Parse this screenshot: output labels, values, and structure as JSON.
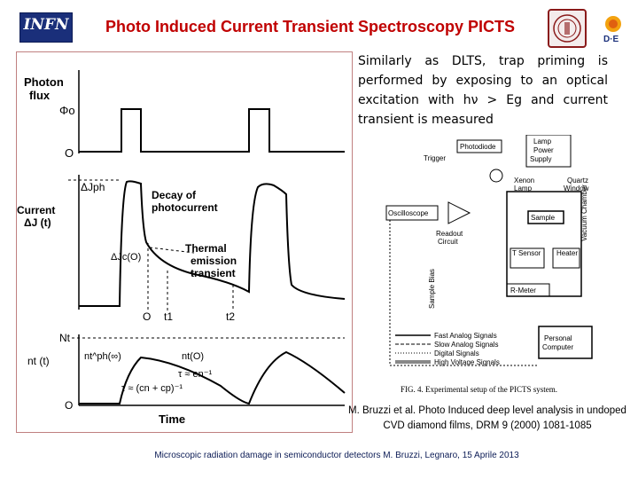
{
  "header": {
    "title": "Photo Induced Current Transient Spectroscopy PICTS",
    "logo_left_text": "INFN"
  },
  "description": {
    "text": "Similarly as DLTS, trap priming is performed by exposing to an optical excitation with hν > Eg and current transient is measured"
  },
  "timing_diagram": {
    "photon_label": "Photon flux",
    "phi0_label": "Φo",
    "zero1": "O",
    "dJph_label": "ΔJph",
    "decay_label": "Decay of photocurrent",
    "current_label": "Current ΔJ (t)",
    "dJc_label": "ΔJc(O)",
    "thermal_label": "Thermal emission transient",
    "zero_current": "O",
    "t1": "t1",
    "t2": "t2",
    "Nt": "Nt",
    "nt_label": "nt (t)",
    "ntph_label": "nt^ph(∞)",
    "nt0_label": "nt(O)",
    "tau_en": "τ ≈ en⁻¹",
    "tau_cn": "τ ≈ (cn + cp)⁻¹",
    "zero3": "O",
    "time_label": "Time"
  },
  "setup_figure": {
    "photodiode": "Photodiode",
    "trigger": "Trigger",
    "lamp_power": "Lamp Power Supply",
    "xenon": "Xenon Lamp",
    "quartz": "Quartz Window",
    "oscilloscope": "Oscilloscope",
    "sample": "Sample",
    "vacuum": "Vacuum Chamber",
    "readout": "Readout Circuit",
    "tsensor": "T Sensor",
    "heater": "Heater",
    "sample_bias": "Sample Bias",
    "rmeter": "R-Meter",
    "legend": [
      "Fast Analog Signals",
      "Slow Analog Signals",
      "Digital Signals",
      "High Voltage Signals"
    ],
    "computer": "Personal Computer",
    "caption": "FIG. 4. Experimental setup of the PICTS system."
  },
  "reference": {
    "text": "M. Bruzzi et al. Photo Induced deep level analysis in undoped CVD diamond films, DRM 9 (2000) 1081-1085"
  },
  "footer": {
    "text": "Microscopic radiation damage in semiconductor detectors M. Bruzzi, Legnaro, 15 Aprile 2013"
  }
}
